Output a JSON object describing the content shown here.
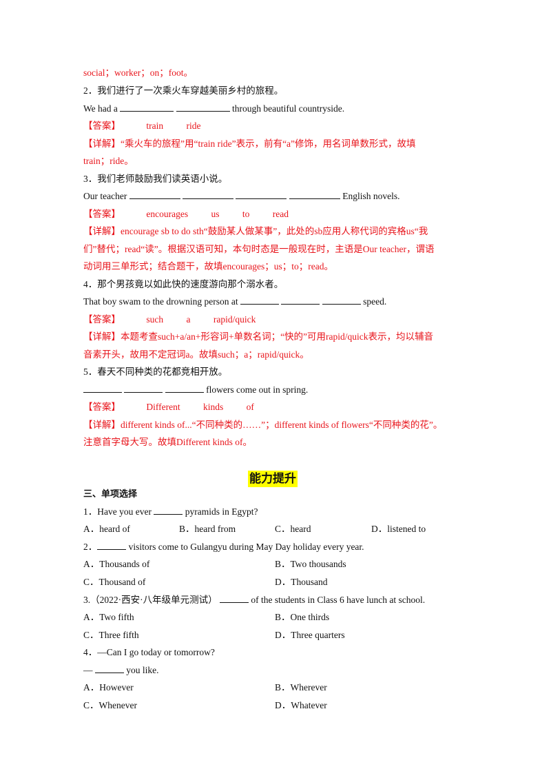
{
  "fill_in": {
    "prev_tail": "social；worker；on；foot。",
    "q2": {
      "prompt": "2．我们进行了一次乘火车穿越美丽乡村的旅程。",
      "en_pre": "We had a",
      "en_post": "through beautiful countryside.",
      "answer_label": "【答案】",
      "answers": [
        "train",
        "ride"
      ],
      "detail_1": "【详解】“乘火车的旅程”用“train ride”表示，前有“a”修饰，用名词单数形式，故填",
      "detail_2": "train；ride。"
    },
    "q3": {
      "prompt": "3．我们老师鼓励我们读英语小说。",
      "en_pre": "Our teacher",
      "en_post": "English novels.",
      "answer_label": "【答案】",
      "answers": [
        "encourages",
        "us",
        "to",
        "read"
      ],
      "detail_1": "【详解】encourage sb to do sth“鼓励某人做某事”，此处的sb应用人称代词的宾格us“我",
      "detail_2": "们”替代；read“读”。根据汉语可知，本句时态是一般现在时，主语是Our teacher，谓语",
      "detail_3": "动词用三单形式；结合题干，故填encourages；us；to；read。"
    },
    "q4": {
      "prompt": "4．那个男孩竟以如此快的速度游向那个溺水者。",
      "en_pre": "That boy swam to the drowning person at",
      "en_post": "speed.",
      "answer_label": "【答案】",
      "answers": [
        "such",
        "a",
        "rapid/quick"
      ],
      "detail_1": "【详解】本题考查such+a/an+形容词+单数名词；“快的”可用rapid/quick表示，均以辅音",
      "detail_2": "音素开头，故用不定冠词a。故填such；a；rapid/quick。"
    },
    "q5": {
      "prompt": "5．春天不同种类的花都竞相开放。",
      "en_post": "flowers come out in spring.",
      "answer_label": "【答案】",
      "answers": [
        "Different",
        "kinds",
        "of"
      ],
      "detail_1": "【详解】different kinds of...“不同种类的……”；different kinds of flowers“不同种类的花”。",
      "detail_2": "注意首字母大写。故填Different kinds of。"
    }
  },
  "section_title": "能力提升",
  "mc": {
    "heading": "三、单项选择",
    "q1": {
      "stem_pre": "1．Have you ever",
      "stem_post": "pyramids in Egypt?",
      "options": [
        "A．heard of",
        "B．heard from",
        "C．heard",
        "D．listened to"
      ]
    },
    "q2": {
      "stem_pre": "2．",
      "stem_post": "visitors come to Gulangyu during May Day holiday every year.",
      "options": [
        "A．Thousands of",
        "B．Two thousands",
        "C．Thousand of",
        "D．Thousand"
      ]
    },
    "q3": {
      "stem_pre": "3.（2022·西安·八年级单元测试）",
      "stem_post": "of the students in Class 6 have lunch at school.",
      "options": [
        "A．Two fifth",
        "B．One thirds",
        "C．Three fifth",
        "D．Three quarters"
      ]
    },
    "q4": {
      "stem": "4．—Can I go today or tomorrow?",
      "reply_pre": "—",
      "reply_post": "you like.",
      "options": [
        "A．However",
        "B．Wherever",
        "C．Whenever",
        "D．Whatever"
      ]
    }
  }
}
